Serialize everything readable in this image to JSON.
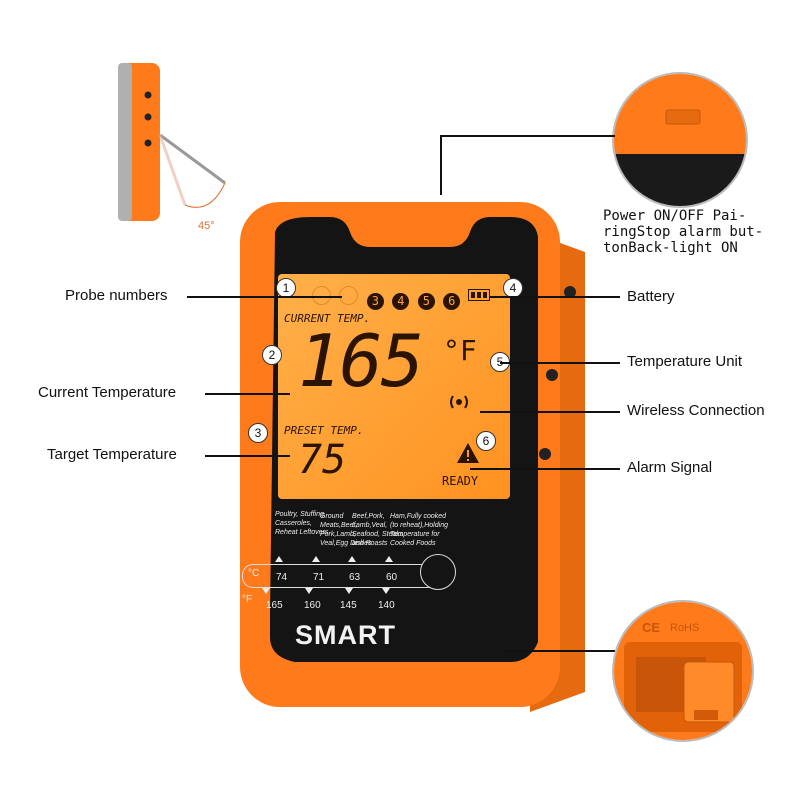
{
  "angle_label": "45°",
  "brand": "SMART",
  "callouts": {
    "probe_numbers": "Probe numbers",
    "current_temperature": "Current Temperature",
    "target_temperature": "Target Temperature",
    "power": "Power ON/OFF Pai-ringStop alarm but-tonBack-light ON",
    "battery": "Battery",
    "temperature_unit": "Temperature Unit",
    "wireless_connection": "Wireless Connection",
    "alarm_signal": "Alarm Signal"
  },
  "badges": [
    "1",
    "2",
    "3",
    "4",
    "5",
    "6"
  ],
  "lcd": {
    "probes": [
      "3",
      "4",
      "5",
      "6"
    ],
    "current_label": "CURRENT TEMP.",
    "current_value": "165",
    "preset_label": "PRESET TEMP.",
    "preset_value": "75",
    "unit": "°F",
    "status": "READY"
  },
  "foods": [
    "Poultry, Stuffing, Casseroles, Reheat Leftovers",
    "Ground Meats,Beef, Pork,Lamb, Veal,Egg Dishes",
    "Beef,Pork, Lamb,Veal, Seafood, Steaks and Roasts",
    "Ham,Fully cooked (to reheat),Holding Temperature for Cooked Foods"
  ],
  "scale": {
    "c_unit": "°C",
    "f_unit": "°F",
    "celsius": [
      "74",
      "71",
      "63",
      "60"
    ],
    "fahrenheit": [
      "165",
      "160",
      "145",
      "140"
    ]
  },
  "zoom_bottom": {
    "ce": "CE",
    "rohs": "RoHS"
  },
  "colors": {
    "body": "#ff7a1a",
    "lcd": "#ff9a30",
    "bezel": "#141414"
  }
}
